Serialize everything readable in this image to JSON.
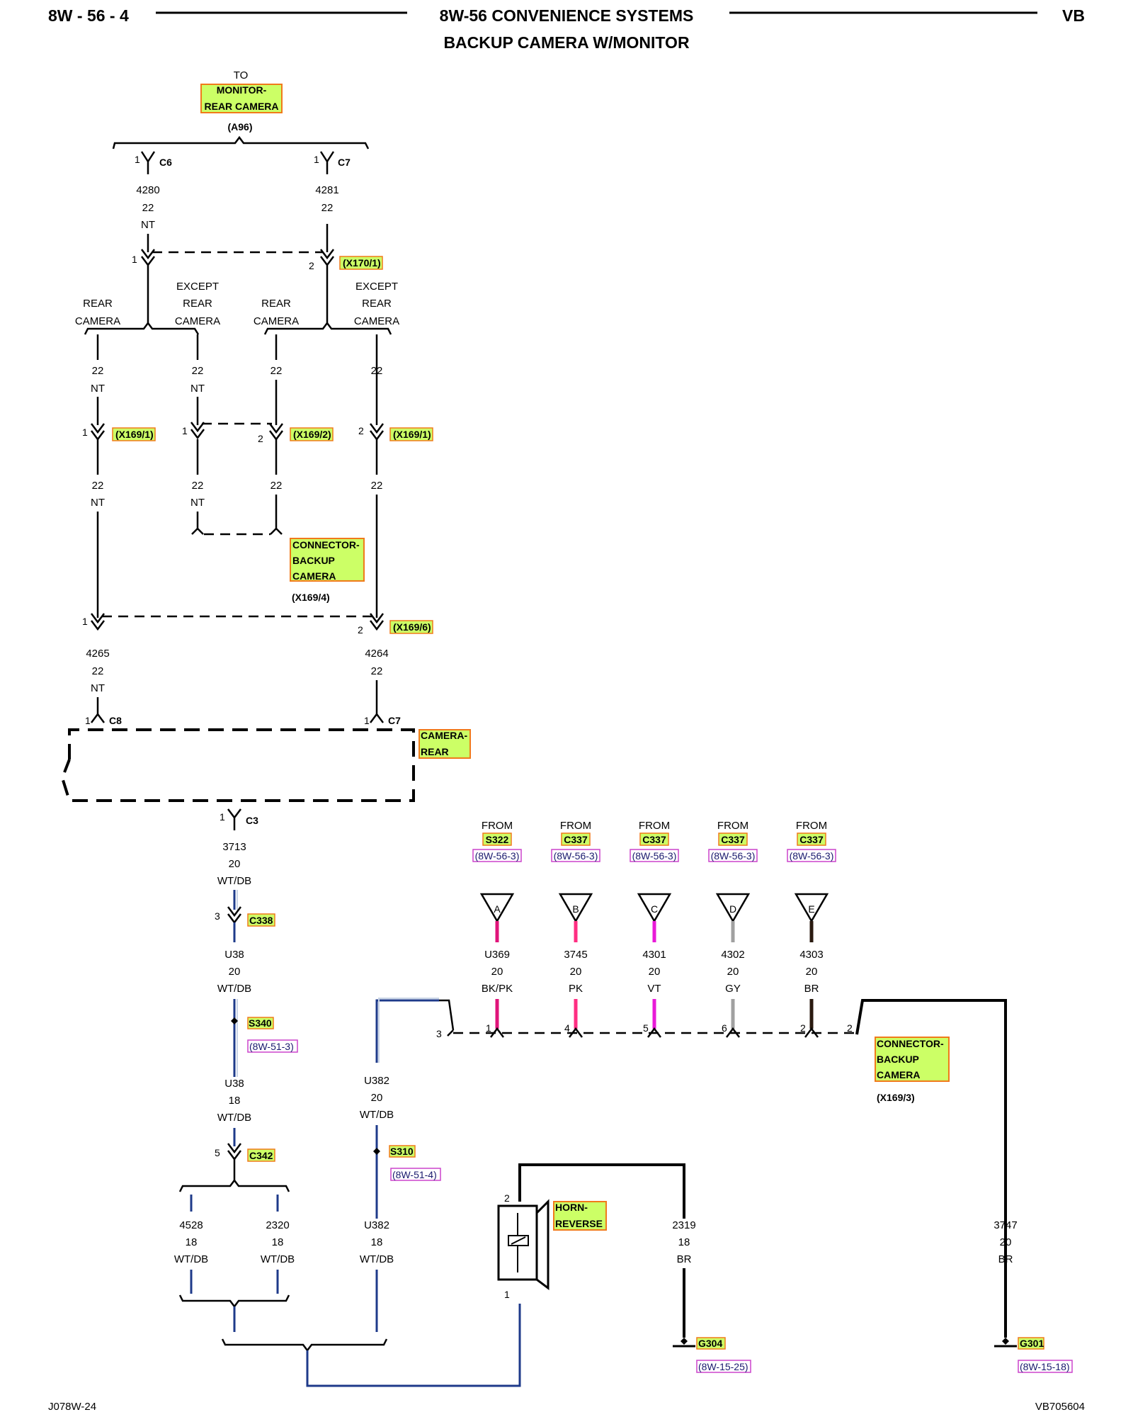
{
  "header": {
    "page_ref": "8W - 56 - 4",
    "title": "8W-56 CONVENIENCE SYSTEMS",
    "subtitle": "BACKUP CAMERA W/MONITOR",
    "model": "VB"
  },
  "footer": {
    "left": "J078W-24",
    "right": "VB705604"
  },
  "monitor": {
    "to": "TO",
    "line1": "MONITOR-",
    "line2": "REAR CAMERA",
    "code": "(A96)",
    "c6": "C6",
    "c7": "C7",
    "pin1": "1",
    "pin1b": "1"
  },
  "wires": {
    "w4280": {
      "circuit": "4280",
      "gauge": "22",
      "color": "NT"
    },
    "w4281": {
      "circuit": "4281",
      "gauge": "22"
    },
    "w4265": {
      "circuit": "4265",
      "gauge": "22",
      "color": "NT"
    },
    "w4264": {
      "circuit": "4264",
      "gauge": "22"
    },
    "w3713": {
      "circuit": "3713",
      "gauge": "20",
      "color": "WT/DB"
    },
    "u38a": {
      "circuit": "U38",
      "gauge": "20",
      "color": "WT/DB"
    },
    "u38b": {
      "circuit": "U38",
      "gauge": "18",
      "color": "WT/DB"
    },
    "u382a": {
      "circuit": "U382",
      "gauge": "20",
      "color": "WT/DB"
    },
    "u382b": {
      "circuit": "U382",
      "gauge": "18",
      "color": "WT/DB"
    },
    "w4528": {
      "circuit": "4528",
      "gauge": "18",
      "color": "WT/DB"
    },
    "w2320": {
      "circuit": "2320",
      "gauge": "18",
      "color": "WT/DB"
    },
    "w2319": {
      "circuit": "2319",
      "gauge": "18",
      "color": "BR"
    },
    "w3747": {
      "circuit": "3747",
      "gauge": "20",
      "color": "BR"
    }
  },
  "branch_labels": {
    "rear": "REAR",
    "camera": "CAMERA",
    "except": "EXCEPT",
    "mid_gauge": "22",
    "mid_color": "NT"
  },
  "connectors": {
    "x170_1": "(X170/1)",
    "x169_1": "(X169/1)",
    "x169_2": "(X169/2)",
    "x169_6": "(X169/6)",
    "x169_4": "(X169/4)",
    "x169_3": "(X169/3)",
    "backup_line1": "CONNECTOR-",
    "backup_line2": "BACKUP",
    "backup_line3": "CAMERA",
    "c8": "C8",
    "c7": "C7",
    "c3": "C3",
    "c338": "C338",
    "c342": "C342",
    "s340": "S340",
    "s310": "S310",
    "s340_ref": "(8W-51-3)",
    "s310_ref": "(8W-51-4)"
  },
  "pins": {
    "p1": "1",
    "p2": "2",
    "p3": "3",
    "p4": "4",
    "p5": "5",
    "p6": "6"
  },
  "camera": {
    "line1": "CAMERA-",
    "line2": "REAR"
  },
  "from_sources": [
    {
      "from": "FROM",
      "splice": "S322",
      "ref": "(8W-56-3)",
      "letter": "A",
      "circuit": "U369",
      "gauge": "20",
      "color": "BK/PK",
      "pin": "1",
      "wire_color": "#e0147a"
    },
    {
      "from": "FROM",
      "splice": "C337",
      "ref": "(8W-56-3)",
      "letter": "B",
      "circuit": "3745",
      "gauge": "20",
      "color": "PK",
      "pin": "4",
      "wire_color": "#ff2e82"
    },
    {
      "from": "FROM",
      "splice": "C337",
      "ref": "(8W-56-3)",
      "letter": "C",
      "circuit": "4301",
      "gauge": "20",
      "color": "VT",
      "pin": "5",
      "wire_color": "#e81ad8"
    },
    {
      "from": "FROM",
      "splice": "C337",
      "ref": "(8W-56-3)",
      "letter": "D",
      "circuit": "4302",
      "gauge": "20",
      "color": "GY",
      "pin": "6",
      "wire_color": "#a0a0a0"
    },
    {
      "from": "FROM",
      "splice": "C337",
      "ref": "(8W-56-3)",
      "letter": "E",
      "circuit": "4303",
      "gauge": "20",
      "color": "BR",
      "pin": "2",
      "wire_color": "#2a1a10"
    }
  ],
  "horn": {
    "line1": "HORN-",
    "line2": "REVERSE"
  },
  "grounds": {
    "g304": "G304",
    "g304_ref": "(8W-15-25)",
    "g301": "G301",
    "g301_ref": "(8W-15-18)"
  },
  "colors": {
    "highlight": "#ccff66",
    "highlight_border": "#f07a1a",
    "wt_db_wire": "#1e3a8a"
  }
}
